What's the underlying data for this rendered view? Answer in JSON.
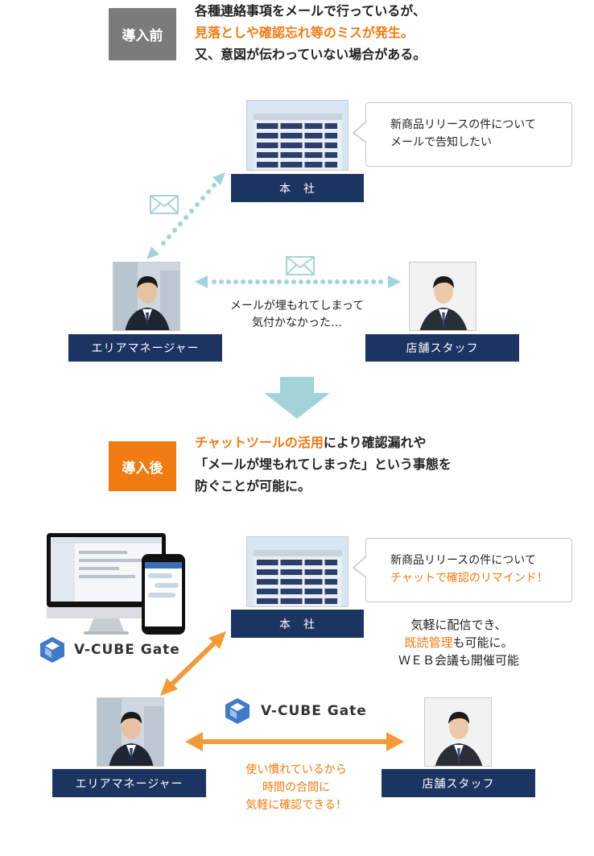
{
  "before": {
    "tag": "導入前",
    "headline": {
      "line1": "各種連絡事項をメールで行っているが、",
      "line2": "見落としや確認忘れ等のミスが発生。",
      "line3": "又、意図が伝わっていない場合がある。"
    },
    "hq_label": "本　社",
    "bubble": {
      "line1": "新商品リリースの件について",
      "line2": "メールで告知したい"
    },
    "manager_label": "エリアマネージャー",
    "staff_label": "店舗スタッフ",
    "caption": {
      "line1": "メールが埋もれてしまって",
      "line2": "気付かなかった…"
    }
  },
  "after": {
    "tag": "導入後",
    "headline": {
      "line1_highlight": "チャットツールの活用",
      "line1_rest": "により確認漏れや",
      "line2": "「メールが埋もれてしまった」という事態を",
      "line3": "防ぐことが可能に。"
    },
    "hq_label": "本　社",
    "bubble": {
      "line1": "新商品リリースの件について",
      "line2": "チャットで確認のリマインド！"
    },
    "feature": {
      "line1": "気軽に配信でき、",
      "line2_highlight": "既読管理",
      "line2_rest": "も可能に。",
      "line3": "ＷＥＢ会議も開催可能"
    },
    "product_logo_text": "V-CUBE Gate",
    "manager_label": "エリアマネージャー",
    "staff_label": "店舗スタッフ",
    "caption": {
      "line1": "使い慣れているから",
      "line2": "時間の合間に",
      "line3": "気軽に確認できる！"
    }
  },
  "colors": {
    "navy": "#1c3462",
    "orange": "#ef7b12",
    "gray_tag": "#7b7b7b",
    "light_blue": "#a3d3d9"
  },
  "icons": [
    "envelope-icon",
    "down-arrow-icon",
    "v-cube-logo-icon",
    "building-photo",
    "person-photo"
  ]
}
